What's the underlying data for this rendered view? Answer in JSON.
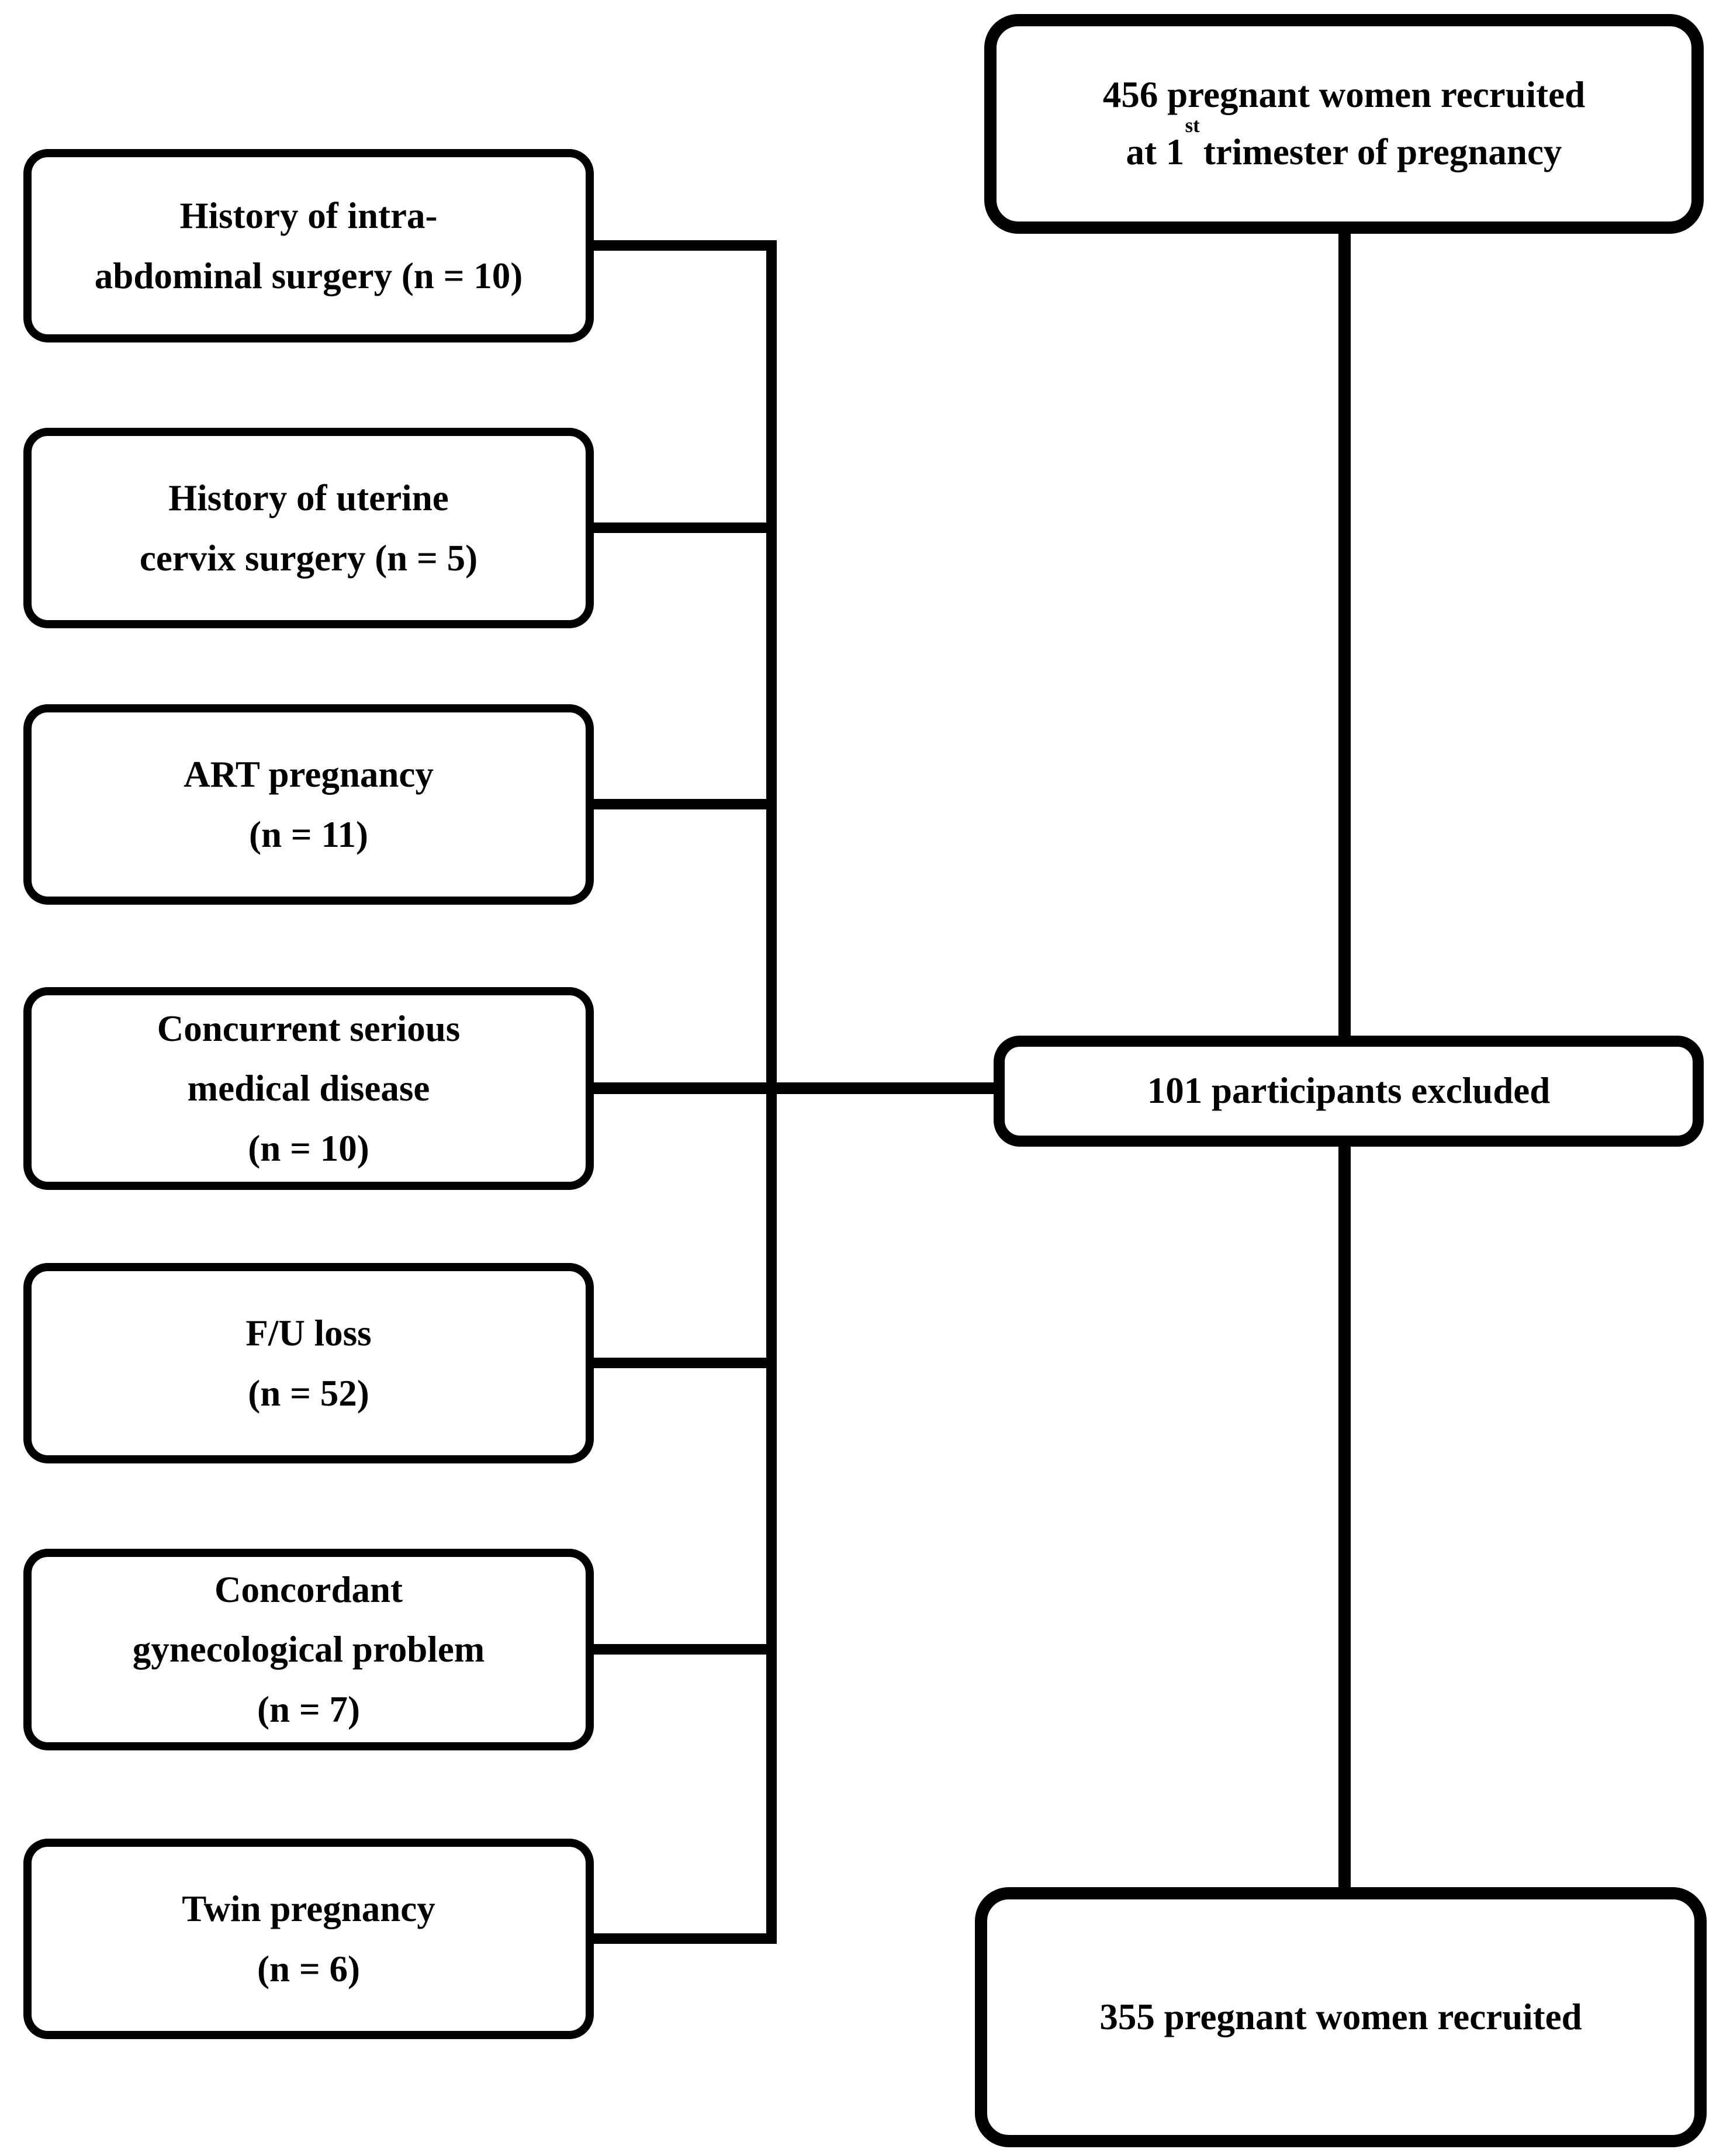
{
  "figure": {
    "background": "#ffffff",
    "line_color": "#000000",
    "top_box": {
      "line1": "456 pregnant women recruited",
      "line2_prefix": "at 1",
      "line2_sup": "st",
      "line2_suffix": "trimester of pregnancy"
    },
    "excluded_box": {
      "text": "101 participants excluded"
    },
    "bottom_box": {
      "text": "355 pregnant women recruited"
    },
    "exclusion_boxes": [
      {
        "line1": "History of intra-",
        "line2": "abdominal surgery (n = 10)"
      },
      {
        "line1": "History of uterine",
        "line2": "cervix surgery (n = 5)"
      },
      {
        "line1": "ART pregnancy",
        "line2": "(n = 11)"
      },
      {
        "line1": "Concurrent serious",
        "line2": "medical disease",
        "line3": "(n = 10)"
      },
      {
        "line1": "F/U loss",
        "line2": "(n = 52)"
      },
      {
        "line1": "Concordant",
        "line2": "gynecological problem",
        "line3": "(n = 7)"
      },
      {
        "line1": "Twin pregnancy",
        "line2": "(n = 6)"
      }
    ]
  }
}
